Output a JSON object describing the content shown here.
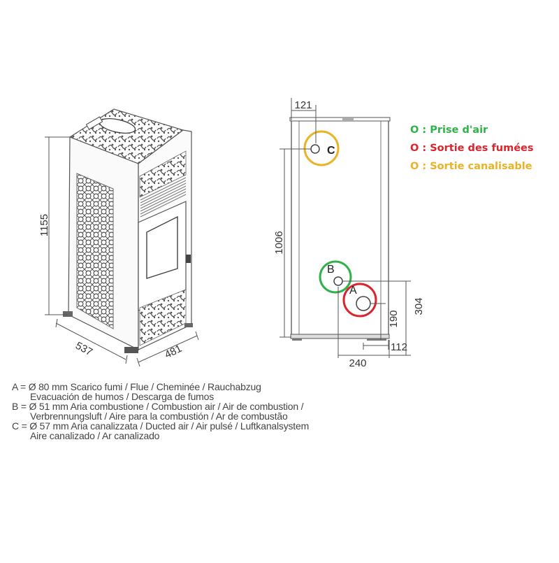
{
  "dimensions": {
    "height_total": "1155",
    "depth": "537",
    "width": "481",
    "top_offset": "121",
    "height_c": "1006",
    "height_a_total": "304",
    "height_a": "190",
    "offset_112": "112",
    "offset_240": "240"
  },
  "markers": {
    "a": "A",
    "b": "B",
    "c": "C"
  },
  "legend": {
    "items": [
      {
        "text": "O : Prise d'air",
        "color": "#2fb24a"
      },
      {
        "text": "O : Sortie des fumées",
        "color": "#d9252b"
      },
      {
        "text": "O : Sortie canalisable",
        "color": "#eab227"
      }
    ]
  },
  "notes": [
    "A = Ø 80 mm  Scarico fumi / Flue / Cheminée / Rauchabzug",
    "Evacuación de humos / Descarga de fumos",
    "B = Ø 51 mm  Aria combustione / Combustion air / Air de combustion /",
    "Verbrennungsluft / Aire para la combustión / Ar de combustão",
    "C = Ø 57 mm  Aria canalizzata / Ducted air / Air pulsé / Luftkanalsystem",
    "Aire canalizado / Ar canalizado"
  ]
}
